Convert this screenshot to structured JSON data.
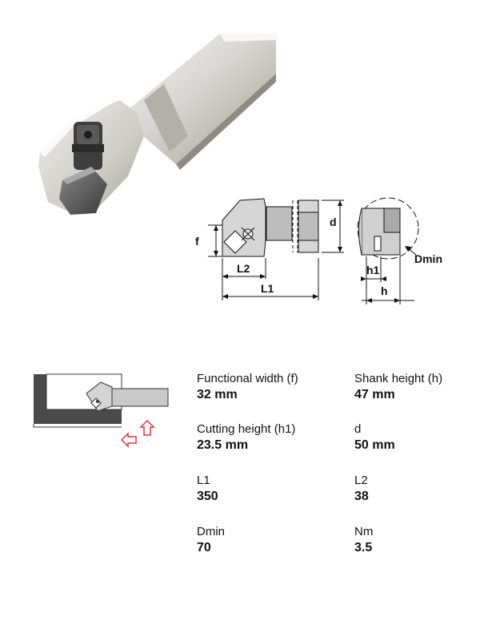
{
  "drawing_labels": {
    "f": "f",
    "d": "d",
    "l2": "L2",
    "l1": "L1",
    "h1": "h1",
    "h": "h",
    "dmin": "Dmin"
  },
  "specs": [
    {
      "label": "Functional width (f)",
      "value": "32 mm"
    },
    {
      "label": "Shank height (h)",
      "value": "47 mm"
    },
    {
      "label": "Cutting height (h1)",
      "value": "23.5 mm"
    },
    {
      "label": "d",
      "value": "50 mm"
    },
    {
      "label": "L1",
      "value": "350"
    },
    {
      "label": "L2",
      "value": "38"
    },
    {
      "label": "Dmin",
      "value": "70"
    },
    {
      "label": "Nm",
      "value": "3.5"
    }
  ],
  "colors": {
    "arrow_red": "#d9363e",
    "body_gray": "#c9c9c9",
    "dark_gray": "#4a4a4a"
  }
}
